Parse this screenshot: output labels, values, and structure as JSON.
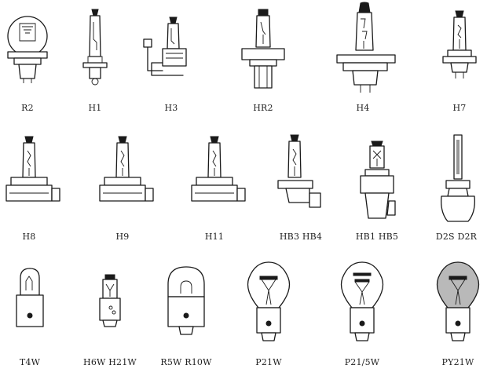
{
  "bulbs": [
    {
      "label": "R2"
    },
    {
      "label": "H1"
    },
    {
      "label": "H3"
    },
    {
      "label": "HR2"
    },
    {
      "label": "H4"
    },
    {
      "label": "H7"
    },
    {
      "label": "H8"
    },
    {
      "label": "H9"
    },
    {
      "label": "H11"
    },
    {
      "label": "HB3  HB4"
    },
    {
      "label": "HB1  HB5"
    },
    {
      "label": "D2S  D2R"
    },
    {
      "label": "T4W"
    },
    {
      "label": "H6W  H21W"
    },
    {
      "label": "R5W  R10W"
    },
    {
      "label": "P21W"
    },
    {
      "label": "P21/5W"
    },
    {
      "label": "PY21W"
    }
  ],
  "colors": {
    "line": "#1a1a1a",
    "amber_glass": "#b9b9b9",
    "background": "#ffffff"
  }
}
